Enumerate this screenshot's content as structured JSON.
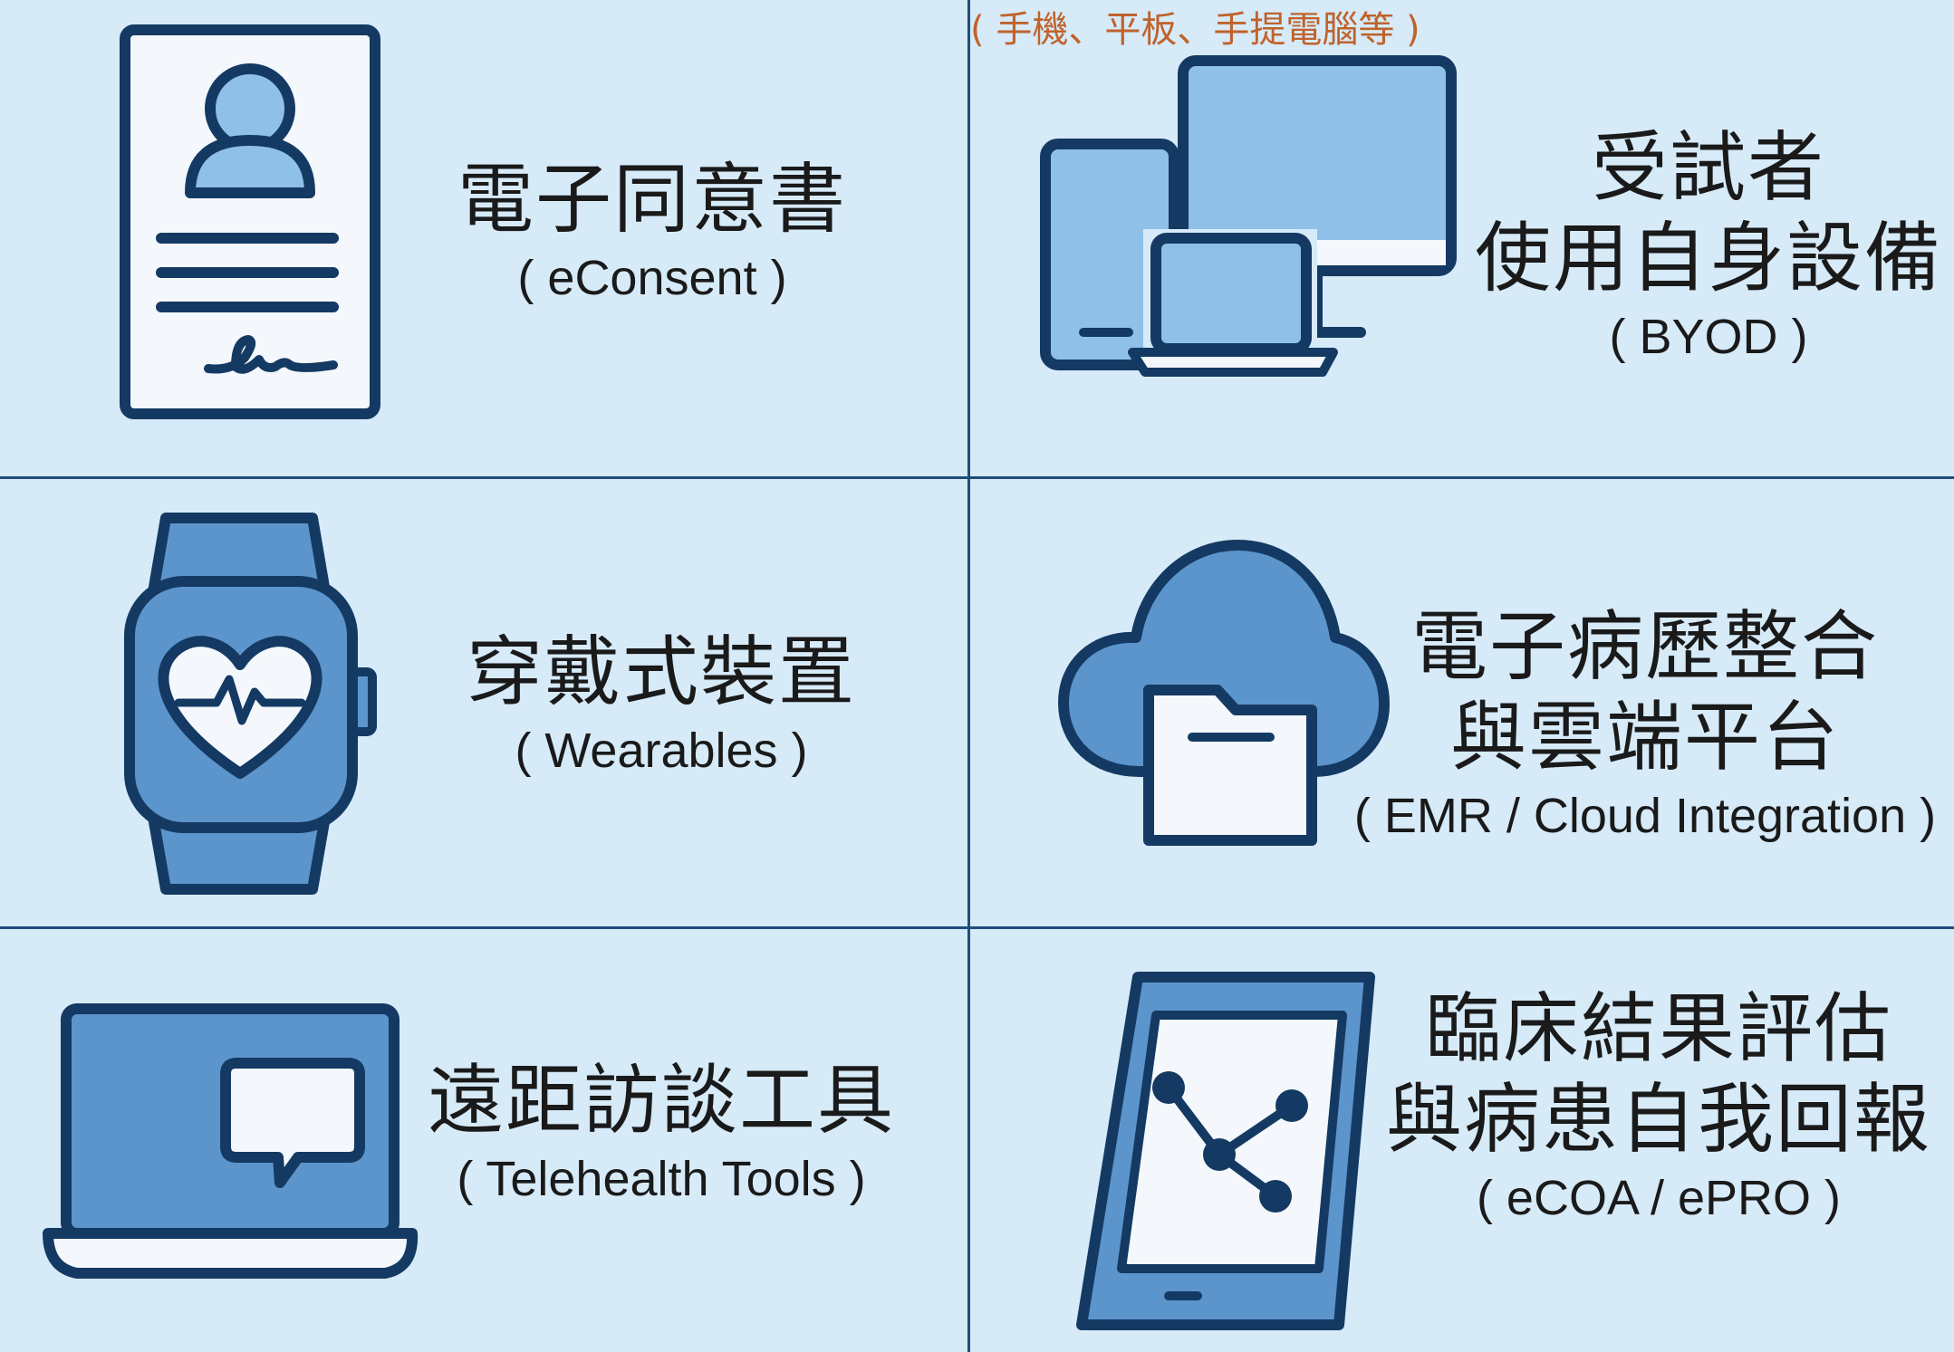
{
  "colors": {
    "background": "#d6eaf8",
    "divider": "#1f4d7a",
    "icon_outline": "#143a63",
    "icon_fill_light": "#8ec0e8",
    "icon_fill_mid": "#5c95cc",
    "paper": "#f4f8fc",
    "note_orange": "#c0622b"
  },
  "cells": [
    {
      "id": "econsent",
      "icon": "consent-document-icon",
      "title_lines": [
        "電子同意書"
      ],
      "subtitle": "( eConsent )"
    },
    {
      "id": "byod",
      "icon": "multi-device-icon",
      "title_lines": [
        "受試者",
        "使用自身設備"
      ],
      "subtitle": "( BYOD )",
      "note": "( 手機、平板、手提電腦等 )"
    },
    {
      "id": "wearables",
      "icon": "smartwatch-heart-icon",
      "title_lines": [
        "穿戴式裝置"
      ],
      "subtitle": "( Wearables )"
    },
    {
      "id": "emr",
      "icon": "cloud-folder-icon",
      "title_lines": [
        "電子病歷整合",
        "與雲端平台"
      ],
      "subtitle": "( EMR / Cloud Integration )"
    },
    {
      "id": "telehealth",
      "icon": "laptop-chat-icon",
      "title_lines": [
        "遠距訪談工具"
      ],
      "subtitle": "( Telehealth Tools )"
    },
    {
      "id": "ecoa",
      "icon": "tablet-share-icon",
      "title_lines": [
        "臨床結果評估",
        "與病患自我回報"
      ],
      "subtitle": "( eCOA / ePRO )"
    }
  ]
}
